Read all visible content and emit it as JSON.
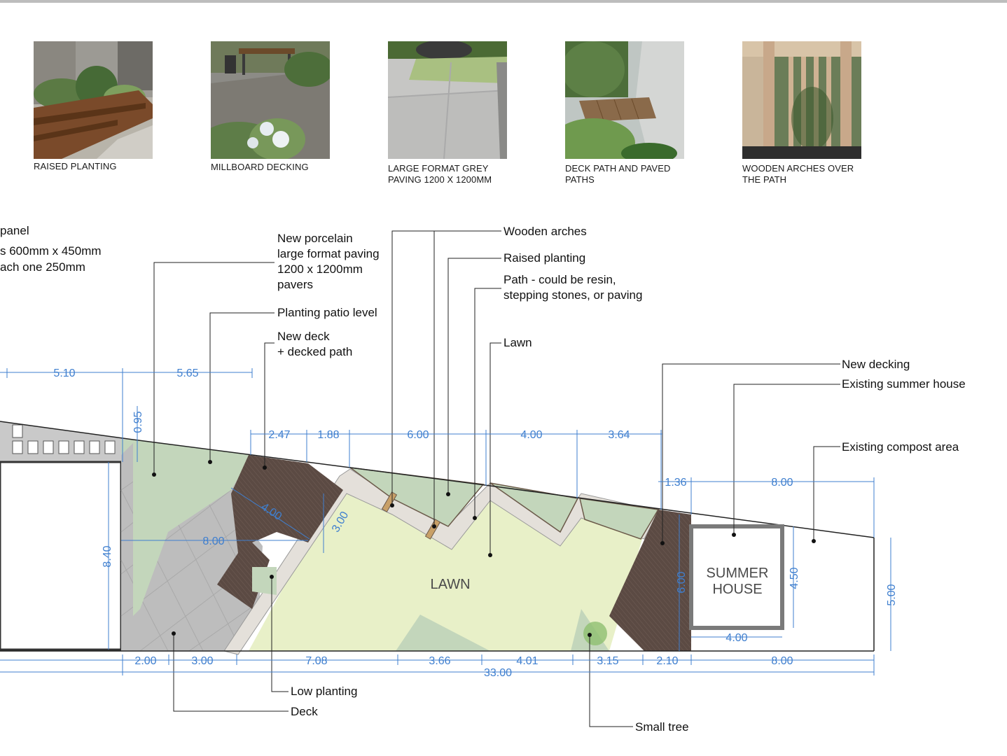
{
  "photos": [
    {
      "caption": [
        "RAISED PLANTING"
      ]
    },
    {
      "caption": [
        "MILLBOARD DECKING"
      ]
    },
    {
      "caption": [
        "LARGE FORMAT GREY",
        "PAVING 1200 X 1200MM"
      ]
    },
    {
      "caption": [
        "DECK PATH AND PAVED",
        "PATHS"
      ]
    },
    {
      "caption": [
        "WOODEN ARCHES OVER",
        "THE PATH"
      ]
    }
  ],
  "labels": {
    "panel": [
      "panel",
      "s 600mm x 450mm",
      "ach one 250mm"
    ],
    "porcelain": [
      "New porcelain",
      "large format paving",
      "1200 x 1200mm",
      "pavers"
    ],
    "planting_patio": "Planting patio level",
    "new_deck": [
      "New deck",
      "+ decked path"
    ],
    "wooden_arches": "Wooden arches",
    "raised_planting": "Raised planting",
    "path": [
      "Path - could be resin,",
      "stepping stones, or paving"
    ],
    "lawn_callout": "Lawn",
    "new_decking": "New decking",
    "summer_house_callout": "Existing summer house",
    "compost": "Existing compost area",
    "low_planting": "Low planting",
    "deck": "Deck",
    "small_tree": "Small tree",
    "lawn_area": "LAWN",
    "summer_house_area": [
      "SUMMER",
      "HOUSE"
    ]
  },
  "dimensions": {
    "top": [
      "5.10",
      "5.65"
    ],
    "side_095": "0.95",
    "mid": [
      "2.47",
      "1.88",
      "6.00",
      "4.00",
      "3.64"
    ],
    "d136": "1.36",
    "d800_top": "8.00",
    "deck_400": "4.00",
    "path_300": "3.00",
    "patio_800": "8.00",
    "d840": "8.40",
    "deck_600": "6.00",
    "sh_450": "4.50",
    "sh_400": "4.00",
    "d500": "5.00",
    "bottom": [
      "2.00",
      "3.00",
      "7.08",
      "3.66",
      "4.01",
      "3.15",
      "2.10",
      "8.00"
    ],
    "total": "33.00"
  },
  "colors": {
    "lawn": "#e8f0c8",
    "planting": "#c3d6bb",
    "deck": "#5b4a43",
    "paving": "#bdbdbd",
    "path": "#e4e0da",
    "dim_blue": "#3f7fcf"
  }
}
